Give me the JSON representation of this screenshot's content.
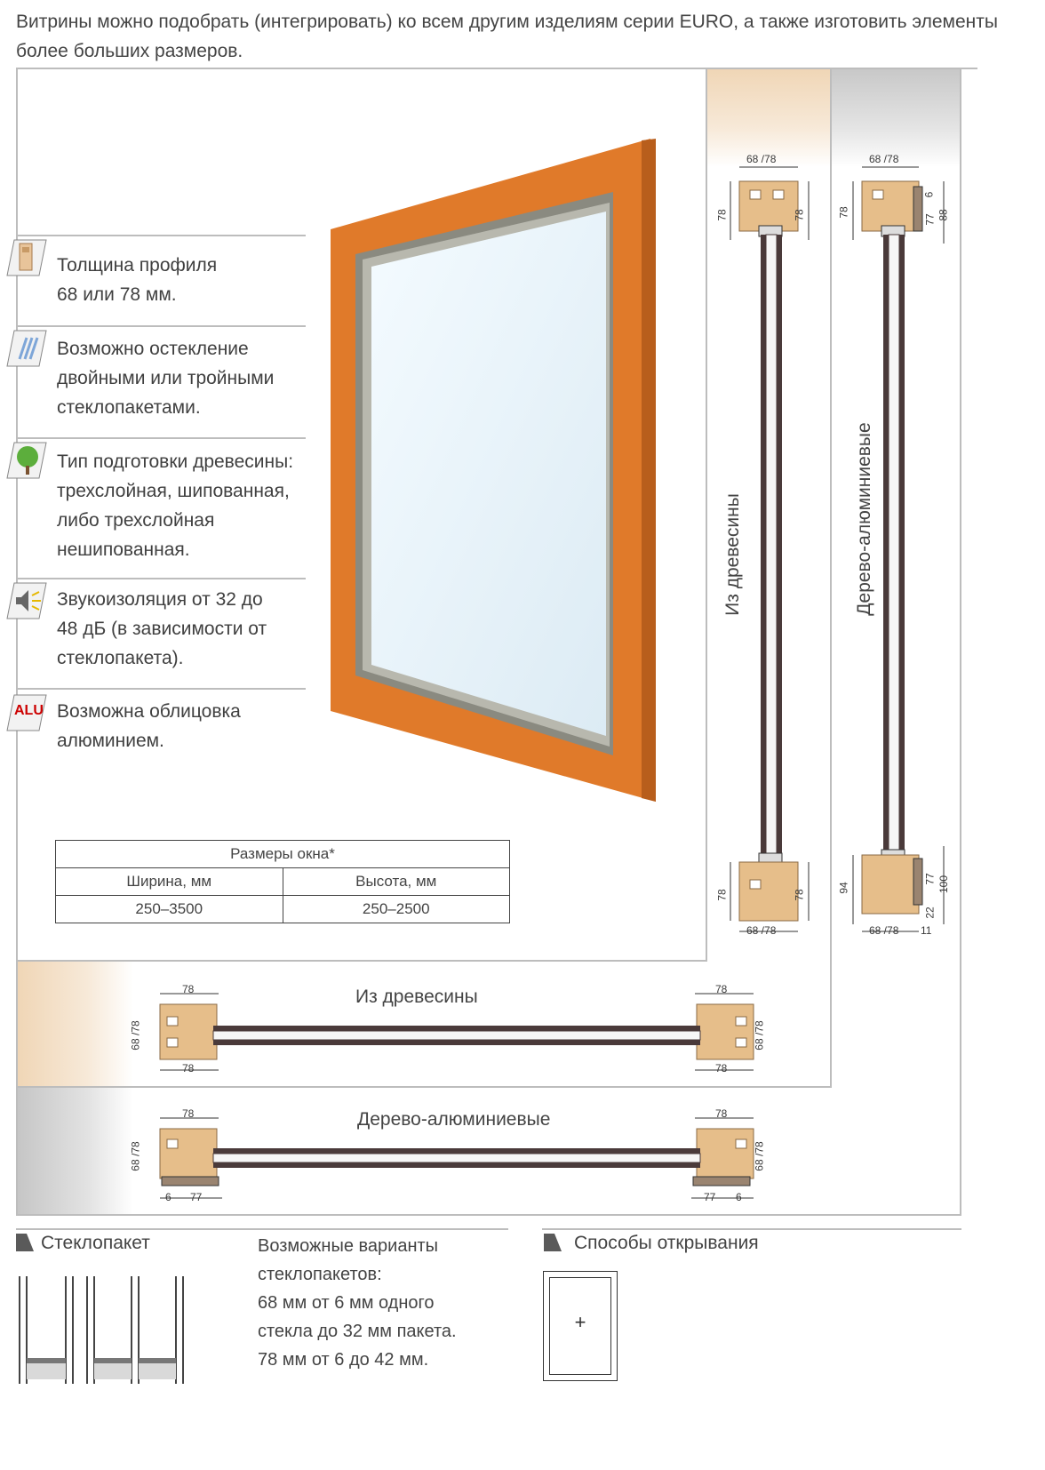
{
  "intro_text": "Витрины можно подобрать (интегрировать) ко всем другим изделиям серии EURO, а также изготовить элементы более больших размеров.",
  "features": [
    {
      "icon": "profile-thickness-icon",
      "lines": [
        "Толщина профиля",
        "68 или 78 мм."
      ]
    },
    {
      "icon": "glazing-icon",
      "lines": [
        "Возможно остекление",
        "двойными или тройными",
        "стеклопакетами."
      ]
    },
    {
      "icon": "tree-icon",
      "lines": [
        "Тип подготовки древесины:",
        "трехслойная, шипованная,",
        "либо трехслойная",
        "нешипованная."
      ]
    },
    {
      "icon": "speaker-icon",
      "lines": [
        "Звукоизоляция от 32 до",
        "48 дБ (в зависимости от",
        "стеклопакета)."
      ]
    },
    {
      "icon": "alu-icon",
      "icon_text": "ALU",
      "lines": [
        "Возможна облицовка",
        "алюминием."
      ]
    }
  ],
  "sizes_table": {
    "title": "Размеры окна*",
    "headers": [
      "Ширина, мм",
      "Высота, мм"
    ],
    "values": [
      "250–3500",
      "250–2500"
    ]
  },
  "vertical_sections": {
    "wood_label": "Из древесины",
    "alu_label": "Дерево-алюминиевые",
    "wood_dims": {
      "top": "68 /78",
      "side": "78",
      "bottom": "68 /78"
    },
    "alu_dims": {
      "top": "68 /78",
      "side": "78",
      "d6": "6",
      "d77": "77",
      "d88": "88",
      "d94": "94",
      "d100": "100",
      "d22": "22",
      "d11": "11",
      "bottom": "68 /78",
      "bottom_side": "77"
    }
  },
  "horizontal_sections": {
    "wood_label": "Из древесины",
    "alu_label": "Дерево-алюминиевые",
    "dims": {
      "w": "78",
      "h": "68 /78",
      "d6": "6",
      "d77": "77"
    }
  },
  "bottom": {
    "glass_unit_title": "Стеклопакет",
    "variants_lines": [
      "Возможные варианты",
      "стеклопакетов:",
      "68 мм от 6 мм одного",
      "стекла до 32 мм пакета.",
      "78 мм от 6 до 42 мм."
    ],
    "opening_title": "Способы открывания",
    "opening_symbol": "+"
  },
  "colors": {
    "wood": "#d2691e",
    "frame_orange": "#e07a2a",
    "alu_accent": "#cc0000"
  }
}
